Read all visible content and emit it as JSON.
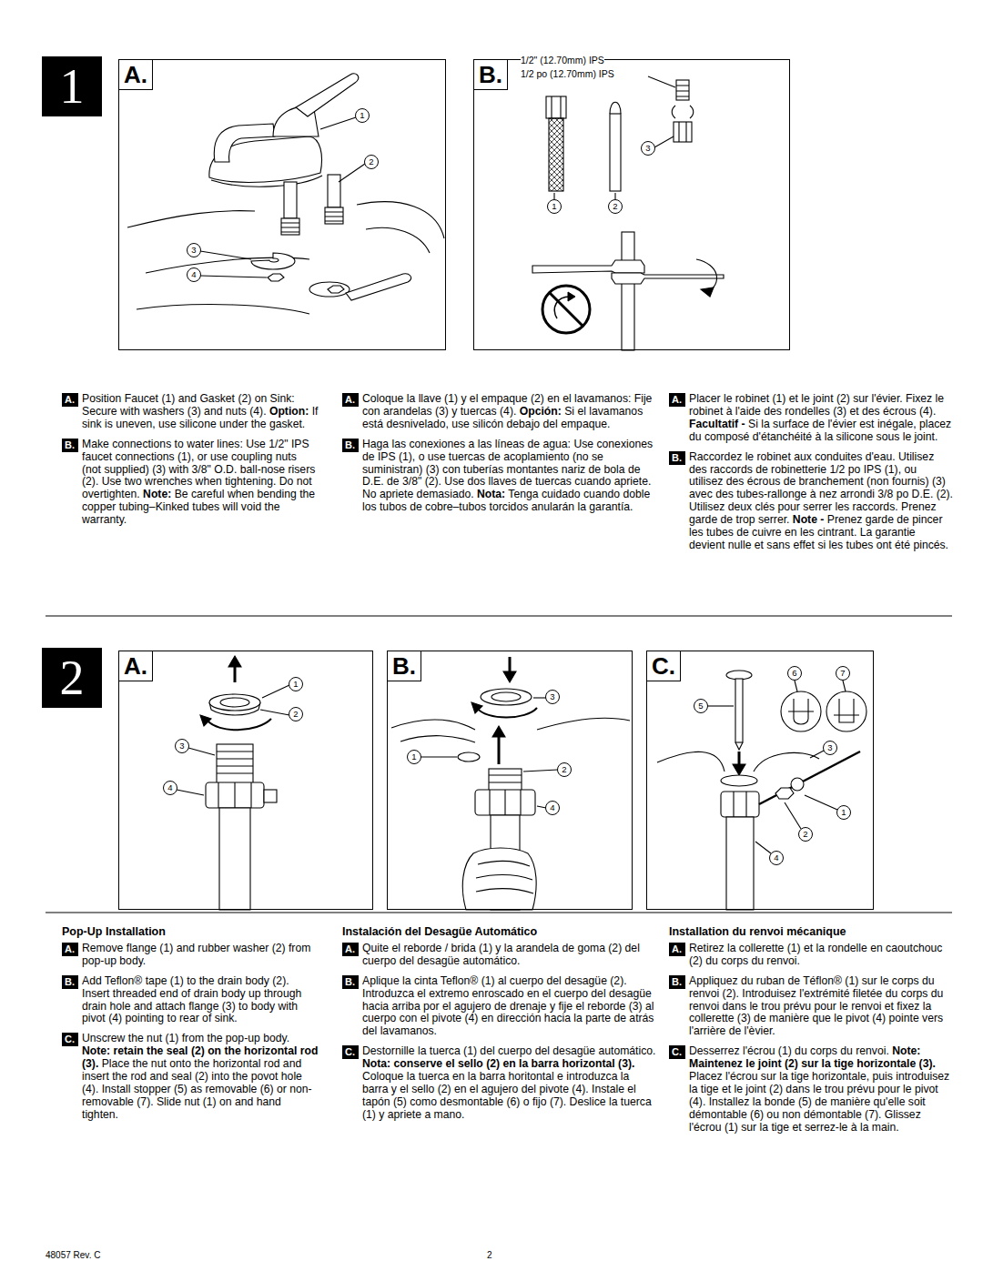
{
  "diagram": {
    "nodes": [
      {
        "text": [
          "1"
        ]
      },
      {
        "text": [
          "A."
        ]
      },
      {
        "text": [
          "B."
        ]
      },
      {
        "text": [
          "2"
        ]
      },
      {
        "text": [
          "A."
        ]
      },
      {
        "text": [
          "B."
        ]
      },
      {
        "text": [
          "C."
        ]
      }
    ],
    "labels": [
      "1",
      "2",
      "3",
      "4",
      "1/2\" (12.70mm) IPS",
      "1/2 po (12.70mm) IPS",
      "3",
      "1",
      "2",
      "A.",
      "Position Faucet (1) and Gasket (2) on Sink: Secure with washers (3) and nuts (4).",
      "Option:",
      "If sink is uneven, use silicone under the gasket.",
      "B.",
      "Make connections to water lines: Use 1/2\" IPS faucet connections (1), or use coupling nuts (not supplied) (3) with 3/8\" O.D. ball-nose risers (2). Use two wrenches when tightening. Do not overtighten.",
      "Note:",
      "Be careful when bending the copper tubing–Kinked tubes will void the warranty.",
      "A.",
      "Coloque la llave (1) y el empaque (2) en el lavamanos: Fije con arandelas (3) y tuercas (4).",
      "Opción:",
      "Si el lavamanos está desnivelado, use silicón debajo del empaque.",
      "B.",
      "Haga las conexiones a las líneas de agua: Use conexiones de IPS (1), o use tuercas de acoplamiento (no se suministran) (3) con tuberías montantes nariz de bola de D.E. de 3/8\" (2). Use dos llaves de tuercas cuando apriete. No apriete demasiado.",
      "Nota:",
      "Tenga cuidado cuando doble los tubos de cobre–tubos torcidos anularán la garantía.",
      "A.",
      "Placer le robinet (1) et le joint (2) sur l'évier. Fixez le robinet à l'aide des rondelles (3) et des écrous (4).",
      "Facultatif -",
      "Si la surface de l'évier est inégale, placez du composé d'étanchéité à la silicone sous le joint.",
      "B.",
      "Raccordez le robinet aux conduites d'eau. Utilisez des raccords de robinetterie 1/2 po IPS (1), ou utilisez des écrous de branchement (non fournis) (3) avec des tubes-rallonge à nez arrondi 3/8 po D.E. (2). Utilisez deux clés pour serrer les raccords. Prenez garde de trop serrer.",
      "Note -",
      "Prenez garde de pincer les tubes de cuivre en les cintrant. La garantie devient nulle et sans effet si les tubes ont été pincés.",
      "1",
      "2",
      "3",
      "4",
      "3",
      "1",
      "2",
      "4",
      "6",
      "7",
      "5",
      "3",
      "1",
      "2",
      "4",
      "Pop-Up Installation",
      "A.",
      "Remove flange (1) and rubber washer (2) from pop-up body.",
      "B.",
      "Add Teflon® tape (1) to the drain body (2). Insert threaded end of drain body up through drain hole and attach flange (3) to body with pivot (4) pointing to rear of sink.",
      "C.",
      "Unscrew the nut (1) from the pop-up body.",
      "Note: retain the seal (2) on the horizontal rod (3).",
      "Place the nut onto the horizontal rod and insert the rod and seal (2) into the povot hole (4). Install stopper (5) as removable (6) or non-removable (7). Slide nut (1) on and hand tighten.",
      "Instalación del Desagüe Automático",
      "A.",
      "Quite el reborde / brida (1) y la arandela de goma (2) del cuerpo del desagüe automático.",
      "B.",
      "Aplique la cinta Teflon® (1) al cuerpo del desagüe (2). Introduzca el extremo enroscado en el cuerpo del desagüe hacia arriba por el agujero de drenaje y fije el reborde (3) al cuerpo con el pivote (4) en dirección hacia la parte de atrás del lavamanos.",
      "C.",
      "Destornille la tuerca (1) del cuerpo del desagüe automático.",
      "Nota: conserve el sello (2) en la barra horizontal (3).",
      "Coloque la tuerca en la barra horitontal e introduzca la barra y el sello (2) en el agujero del pivote (4). Instale el tapón (5) como desmontable (6) o fijo (7). Deslice la tuerca (1) y apriete a mano.",
      "Installation du renvoi mécanique",
      "A.",
      "Retirez la collerette (1) et la rondelle en caoutchouc (2) du corps du renvoi.",
      "B.",
      "Appliquez du ruban de Téflon® (1) sur le corps du renvoi (2). Introduisez l'extrémité filetée du corps du renvoi dans le trou prévu pour le renvoi et fixez la collerette (3) de manière que le pivot (4) pointe vers l'arrière de l'èvier.",
      "C.",
      "Desserrez l'écrou (1) du corps du renvoi.",
      "Note: Maintenez le joint (2) sur la tige horizontale (3).",
      "Placez l'écrou sur la tige horizontale, puis introduisez la tige et le joint (2) dans le trou prévu pour le pivot (4). Installez la bonde (5) de manière qu'elle soit démontable (6) ou non démontable (7). Glissez l'écrou (1) sur la tige et serrez-le à la main.",
      "48057 Rev. C",
      "2"
    ]
  }
}
